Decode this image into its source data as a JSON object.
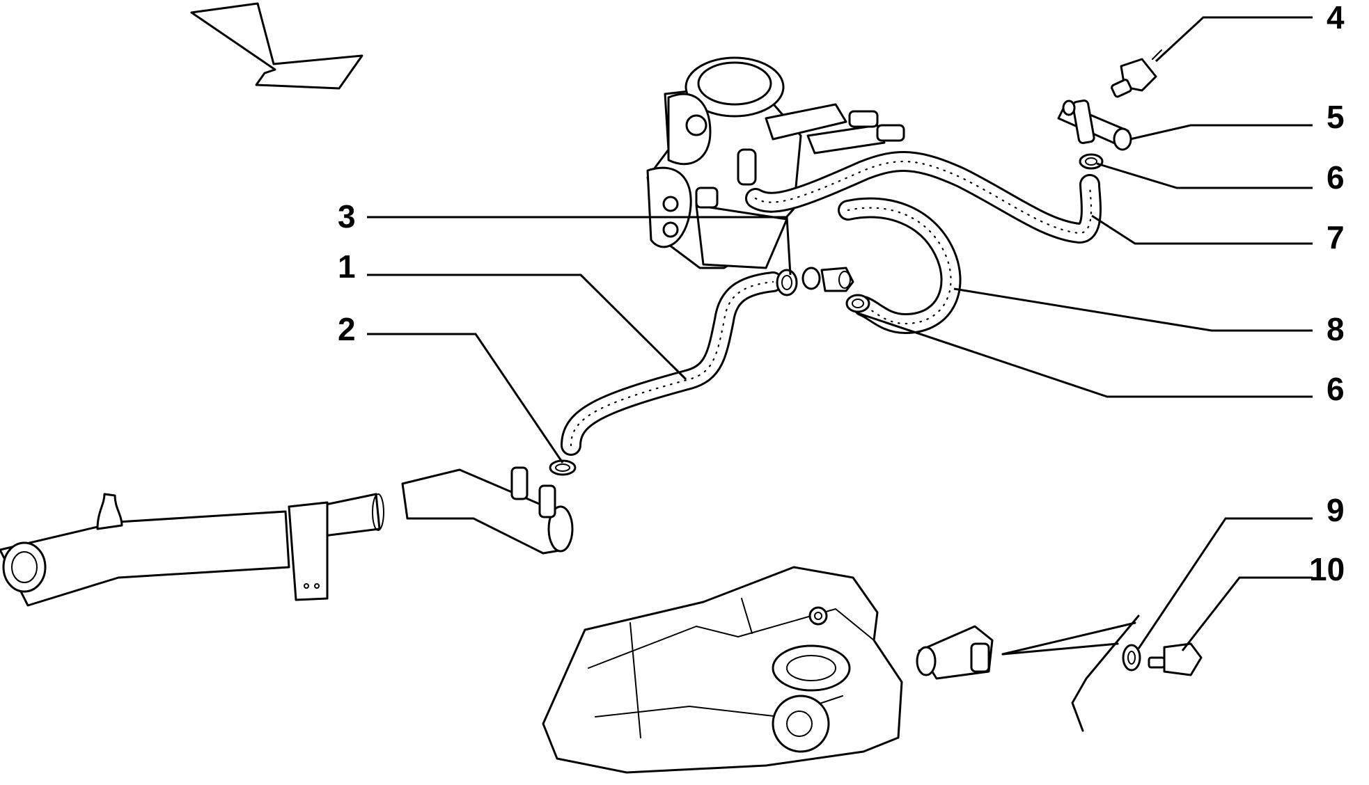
{
  "callouts": [
    {
      "id": "c1",
      "label": "1"
    },
    {
      "id": "c2",
      "label": "2"
    },
    {
      "id": "c3",
      "label": "3"
    },
    {
      "id": "c4",
      "label": "4"
    },
    {
      "id": "c5",
      "label": "5"
    },
    {
      "id": "c6a",
      "label": "6"
    },
    {
      "id": "c6b",
      "label": "6"
    },
    {
      "id": "c7",
      "label": "7"
    },
    {
      "id": "c8",
      "label": "8"
    },
    {
      "id": "c9",
      "label": "9"
    },
    {
      "id": "c10",
      "label": "10"
    }
  ]
}
